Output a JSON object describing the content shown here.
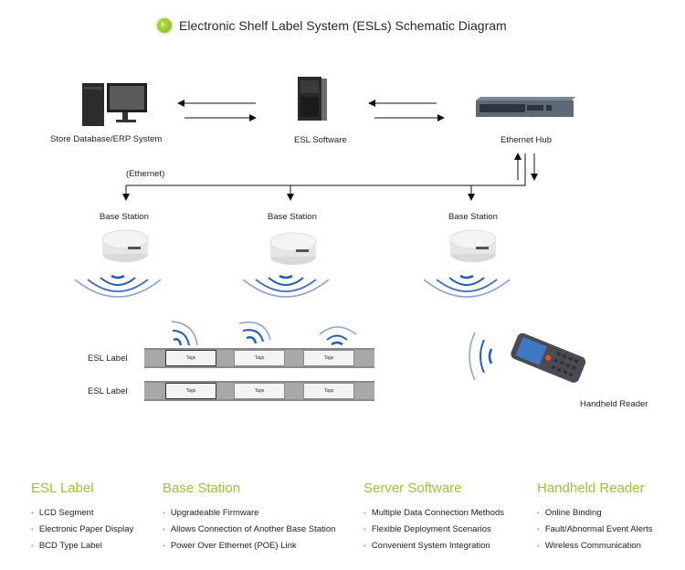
{
  "title": "Electronic Shelf Label System (ESLs) Schematic Diagram",
  "title_icon": "green-chevron-right-circle-icon",
  "nodes": {
    "store_db": "Store Database/ERP System",
    "esl_software": "ESL Software",
    "ethernet_hub": "Ethernet Hub",
    "ethernet_link": "(Ethernet)",
    "base_stations": [
      "Base Station",
      "Base Station",
      "Base Station"
    ],
    "esl_rows": [
      "ESL Label",
      "ESL Label"
    ],
    "tag_text": "Tags",
    "handheld": "Handheld Reader"
  },
  "colors": {
    "accent_green": "#9ac23c",
    "wave_blue": "#1e5fb4"
  },
  "sections": [
    {
      "heading": "ESL Label",
      "items": [
        "LCD Segment",
        "Electronic Paper Display",
        "BCD Type Label"
      ]
    },
    {
      "heading": "Base Station",
      "items": [
        "Upgradeable Firmware",
        "Allows Connection of Another Base Station",
        "Power Over Ethernet (POE) Link"
      ]
    },
    {
      "heading": "Server Software",
      "items": [
        "Multiple Data Connection Methods",
        "Flexible Deployment Scenarios",
        "Convenient System Integration"
      ]
    },
    {
      "heading": "Handheld Reader",
      "items": [
        "Online Binding",
        "Fault/Abnormal Event Alerts",
        "Wireless Communication"
      ]
    }
  ]
}
